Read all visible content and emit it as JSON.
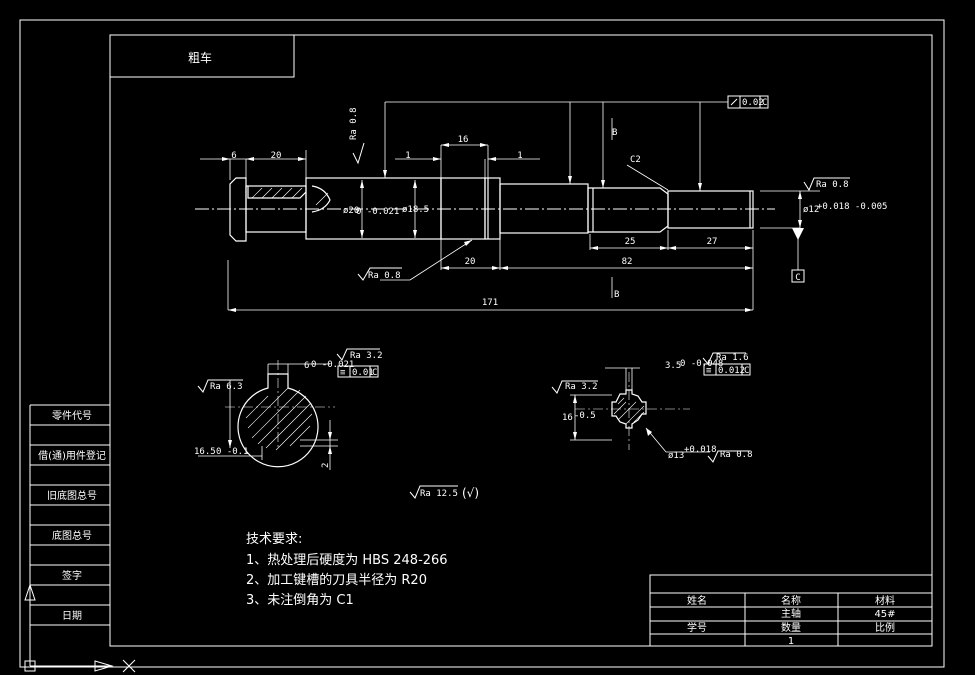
{
  "window": {
    "background": "#000000",
    "line_color": "#ffffff"
  },
  "stamp": {
    "text": "粗车"
  },
  "side_labels": [
    "零件代号",
    "借(通)用件登记",
    "旧底图总号",
    "底图总号",
    "签字",
    "日期"
  ],
  "tech_requirements": {
    "title": "技术要求:",
    "items": [
      "1、热处理后硬度为 HBS 248-266",
      "2、加工键槽的刀具半径为 R20",
      "3、未注倒角为 C1"
    ]
  },
  "title_block": {
    "name_label": "姓名",
    "part_name_label": "名称",
    "material_label": "材料",
    "part_name": "主轴",
    "material": "45#",
    "student_no_label": "学号",
    "quantity_label": "数量",
    "scale_label": "比例",
    "quantity": "1"
  },
  "dimensions": {
    "d6": "6",
    "d20a": "20",
    "d1a": "1",
    "d16": "16",
    "d1b": "1",
    "d20b": "20",
    "d25": "25",
    "d27": "27",
    "d82": "82",
    "d171": "171",
    "phi20": "ø20",
    "phi20_tol": "0 -0.021",
    "phi18": "ø18.5",
    "phi12": "ø12",
    "phi12_tol": "+0.018 -0.005",
    "c2": "C2",
    "b1": "B",
    "b2": "B",
    "c_datum": "C",
    "ra08a": "Ra 0.8",
    "ra08b": "Ra 0.8",
    "ra08c": "Ra 0.8",
    "runout": "0.02",
    "runout_datum": "C",
    "key1": "6",
    "key1_tol": "0 -0.021",
    "ra32a": "Ra 3.2",
    "sym1": "0.01",
    "sym1_datum": "C",
    "ra63": "Ra 6.3",
    "d165": "16.5",
    "d165_tol": "0 -0.1",
    "d2": "2",
    "key2": "3.5",
    "key2_tol": "0 -0.048",
    "ra16": "Ra 1.6",
    "sym2": "0.012",
    "sym2_datum": "C",
    "ra32b": "Ra 3.2",
    "d16b": "16",
    "d16b_tol": "-0.5",
    "phi13": "ø13",
    "phi13_tol": "+0.018",
    "ra08d": "Ra 0.8",
    "ra125": "Ra 12.5",
    "ra125_paren": "(√)"
  }
}
